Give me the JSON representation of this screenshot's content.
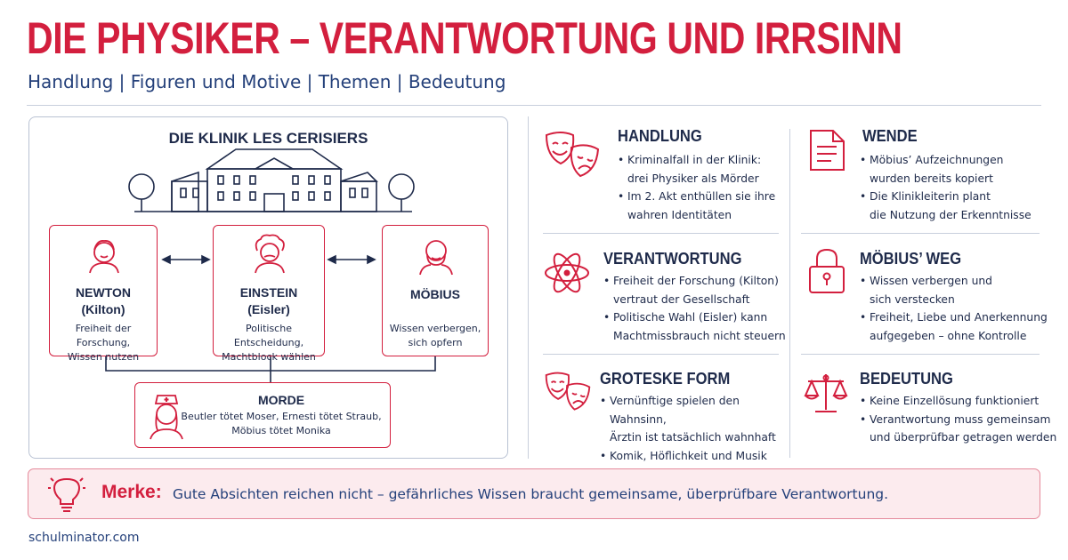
{
  "header": {
    "title": "DIE PHYSIKER – VERANTWORTUNG UND IRRSINN",
    "subtitle": "Handlung | Figuren und Motive | Themen | Bedeutung"
  },
  "clinic": {
    "title": "DIE KLINIK LES CERISIERS",
    "newton": {
      "name": "NEWTON\n(Kilton)",
      "desc": "Freiheit der Forschung,\nWissen nutzen"
    },
    "einstein": {
      "name": "EINSTEIN\n(Eisler)",
      "desc": "Politische Entscheidung,\nMachtblock wählen"
    },
    "moebius": {
      "name": "MÖBIUS",
      "desc": "Wissen verbergen,\nsich opfern"
    },
    "morde": {
      "title": "MORDE",
      "desc": "Beutler tötet Moser, Ernesti tötet Straub,\nMöbius tötet Monika"
    }
  },
  "sections": {
    "handlung": {
      "title": "HANDLUNG",
      "icon": "theater-masks-icon",
      "bullets": [
        "Kriminalfall in der Klinik:\ndrei Physiker als Mörder",
        "Im 2. Akt enthüllen sie ihre\nwahren Identitäten"
      ]
    },
    "wende": {
      "title": "WENDE",
      "icon": "document-icon",
      "bullets": [
        "Möbius’ Aufzeichnungen\nwurden bereits kopiert",
        "Die Klinikleiterin plant\ndie Nutzung der Erkenntnisse"
      ]
    },
    "verantwortung": {
      "title": "VERANTWORTUNG",
      "icon": "atom-icon",
      "bullets": [
        "Freiheit der Forschung (Kilton)\nvertraut der Gesellschaft",
        "Politische Wahl (Eisler) kann\nMachtmissbrauch nicht steuern"
      ]
    },
    "moebius_weg": {
      "title": "MÖBIUS’ WEG",
      "icon": "padlock-icon",
      "bullets": [
        "Wissen verbergen und\nsich verstecken",
        "Freiheit, Liebe und Anerkennung\naufgegeben – ohne Kontrolle"
      ]
    },
    "groteske": {
      "title": "GROTESKE FORM",
      "icon": "theater-masks-icon",
      "bullets": [
        "Vernünftige spielen den Wahnsinn,\nÄrztin ist tatsächlich wahnhaft",
        "Komik, Höflichkeit und Musik\nneben Morden und Katastrophe"
      ]
    },
    "bedeutung": {
      "title": "BEDEUTUNG",
      "icon": "scales-icon",
      "bullets": [
        "Keine Einzellösung funktioniert",
        "Verantwortung muss gemeinsam\nund überprüfbar getragen werden"
      ]
    }
  },
  "merke": {
    "label": "Merke:",
    "text": "Gute Absichten reichen nicht – gefährliches Wissen braucht gemeinsame, überprüfbare Verantwortung.",
    "icon": "lightbulb-icon"
  },
  "footer": {
    "text": "schulminator.com"
  },
  "colors": {
    "accent": "#d31f3e",
    "navy": "#1e2a4a",
    "blue": "#24407a",
    "merke_bg": "#fcebee"
  }
}
